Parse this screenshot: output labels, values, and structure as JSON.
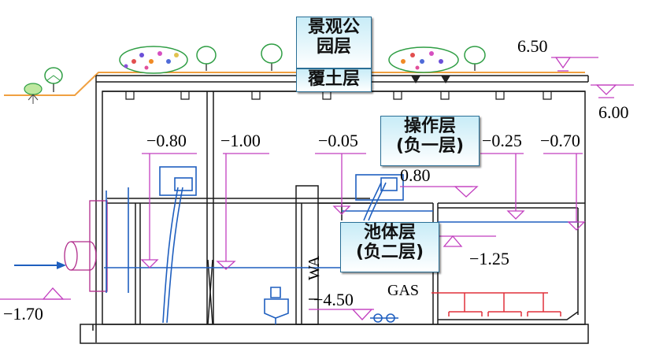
{
  "labels": {
    "landscape_park_layer": "景观公园层",
    "landscape_line1": "景观公",
    "landscape_line2": "园层",
    "soil_cover_layer": "覆土层",
    "operation_layer_line1": "操作层",
    "operation_layer_line2": "(负一层)",
    "tank_layer_line1": "池体层",
    "tank_layer_line2": "(负二层)",
    "wa": "WA",
    "gas": "GAS"
  },
  "elevations": {
    "ground_top": "6.50",
    "roof_top": "6.00",
    "inlet": "−1.70",
    "e_080": "−0.80",
    "e_100": "−1.00",
    "e_005": "−0.05",
    "e_025": "−0.25",
    "e_070": "−0.70",
    "e_080_pos": "0.80",
    "e_125": "−1.25",
    "e_450": "−4.50"
  },
  "colors": {
    "structure": "#1a1a1a",
    "water_pipe": "#1f5fbf",
    "elevation_marker": "#c23fbf",
    "soil_line": "#f0a040",
    "gas_pipe": "#e0303a",
    "label_box": "#c8ecf7"
  }
}
